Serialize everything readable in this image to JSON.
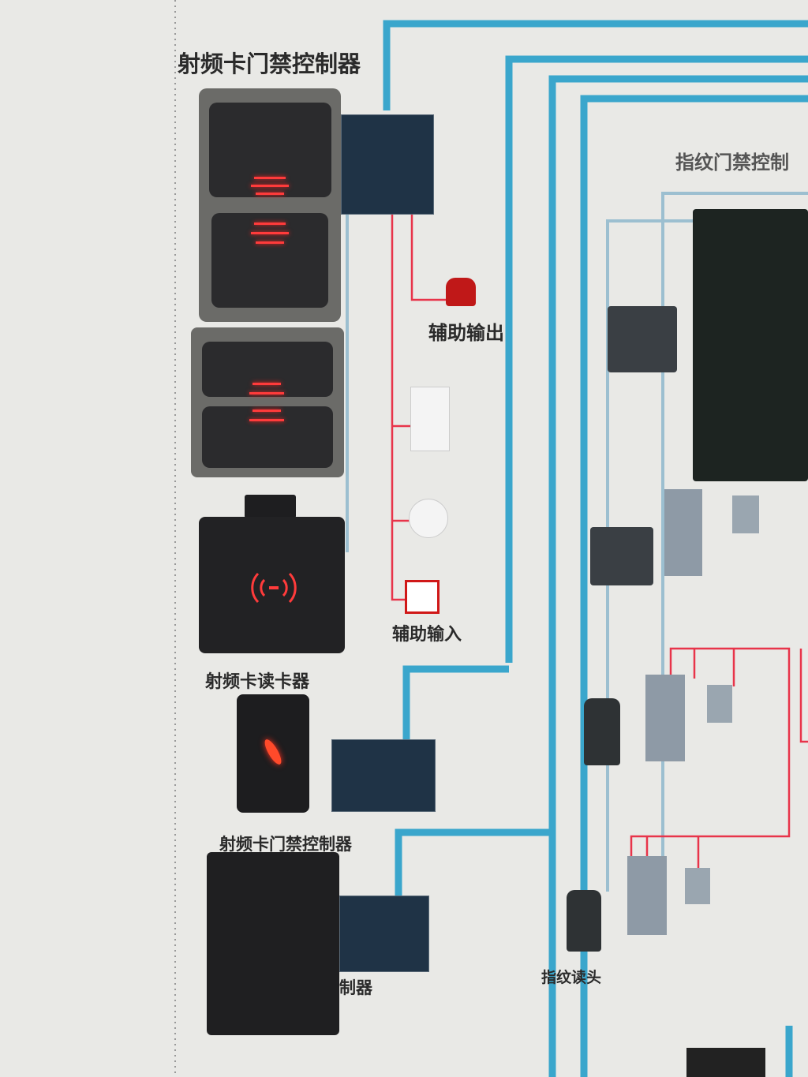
{
  "labels": {
    "rf_controller_top": "射频卡门禁控制器",
    "aux_output": "辅助输出",
    "aux_input": "辅助输入",
    "rf_reader": "射频卡读卡器",
    "rf_controller_mid": "射频卡门禁控制器",
    "controller_partial": "制器",
    "fingerprint_controller": "指纹门禁控制",
    "fingerprint_reader": "指纹读头"
  },
  "colors": {
    "blue_line": "#3aa6cc",
    "red_line": "#e8344a",
    "led": "#ff3b3b",
    "board": "#e9e9e6"
  }
}
